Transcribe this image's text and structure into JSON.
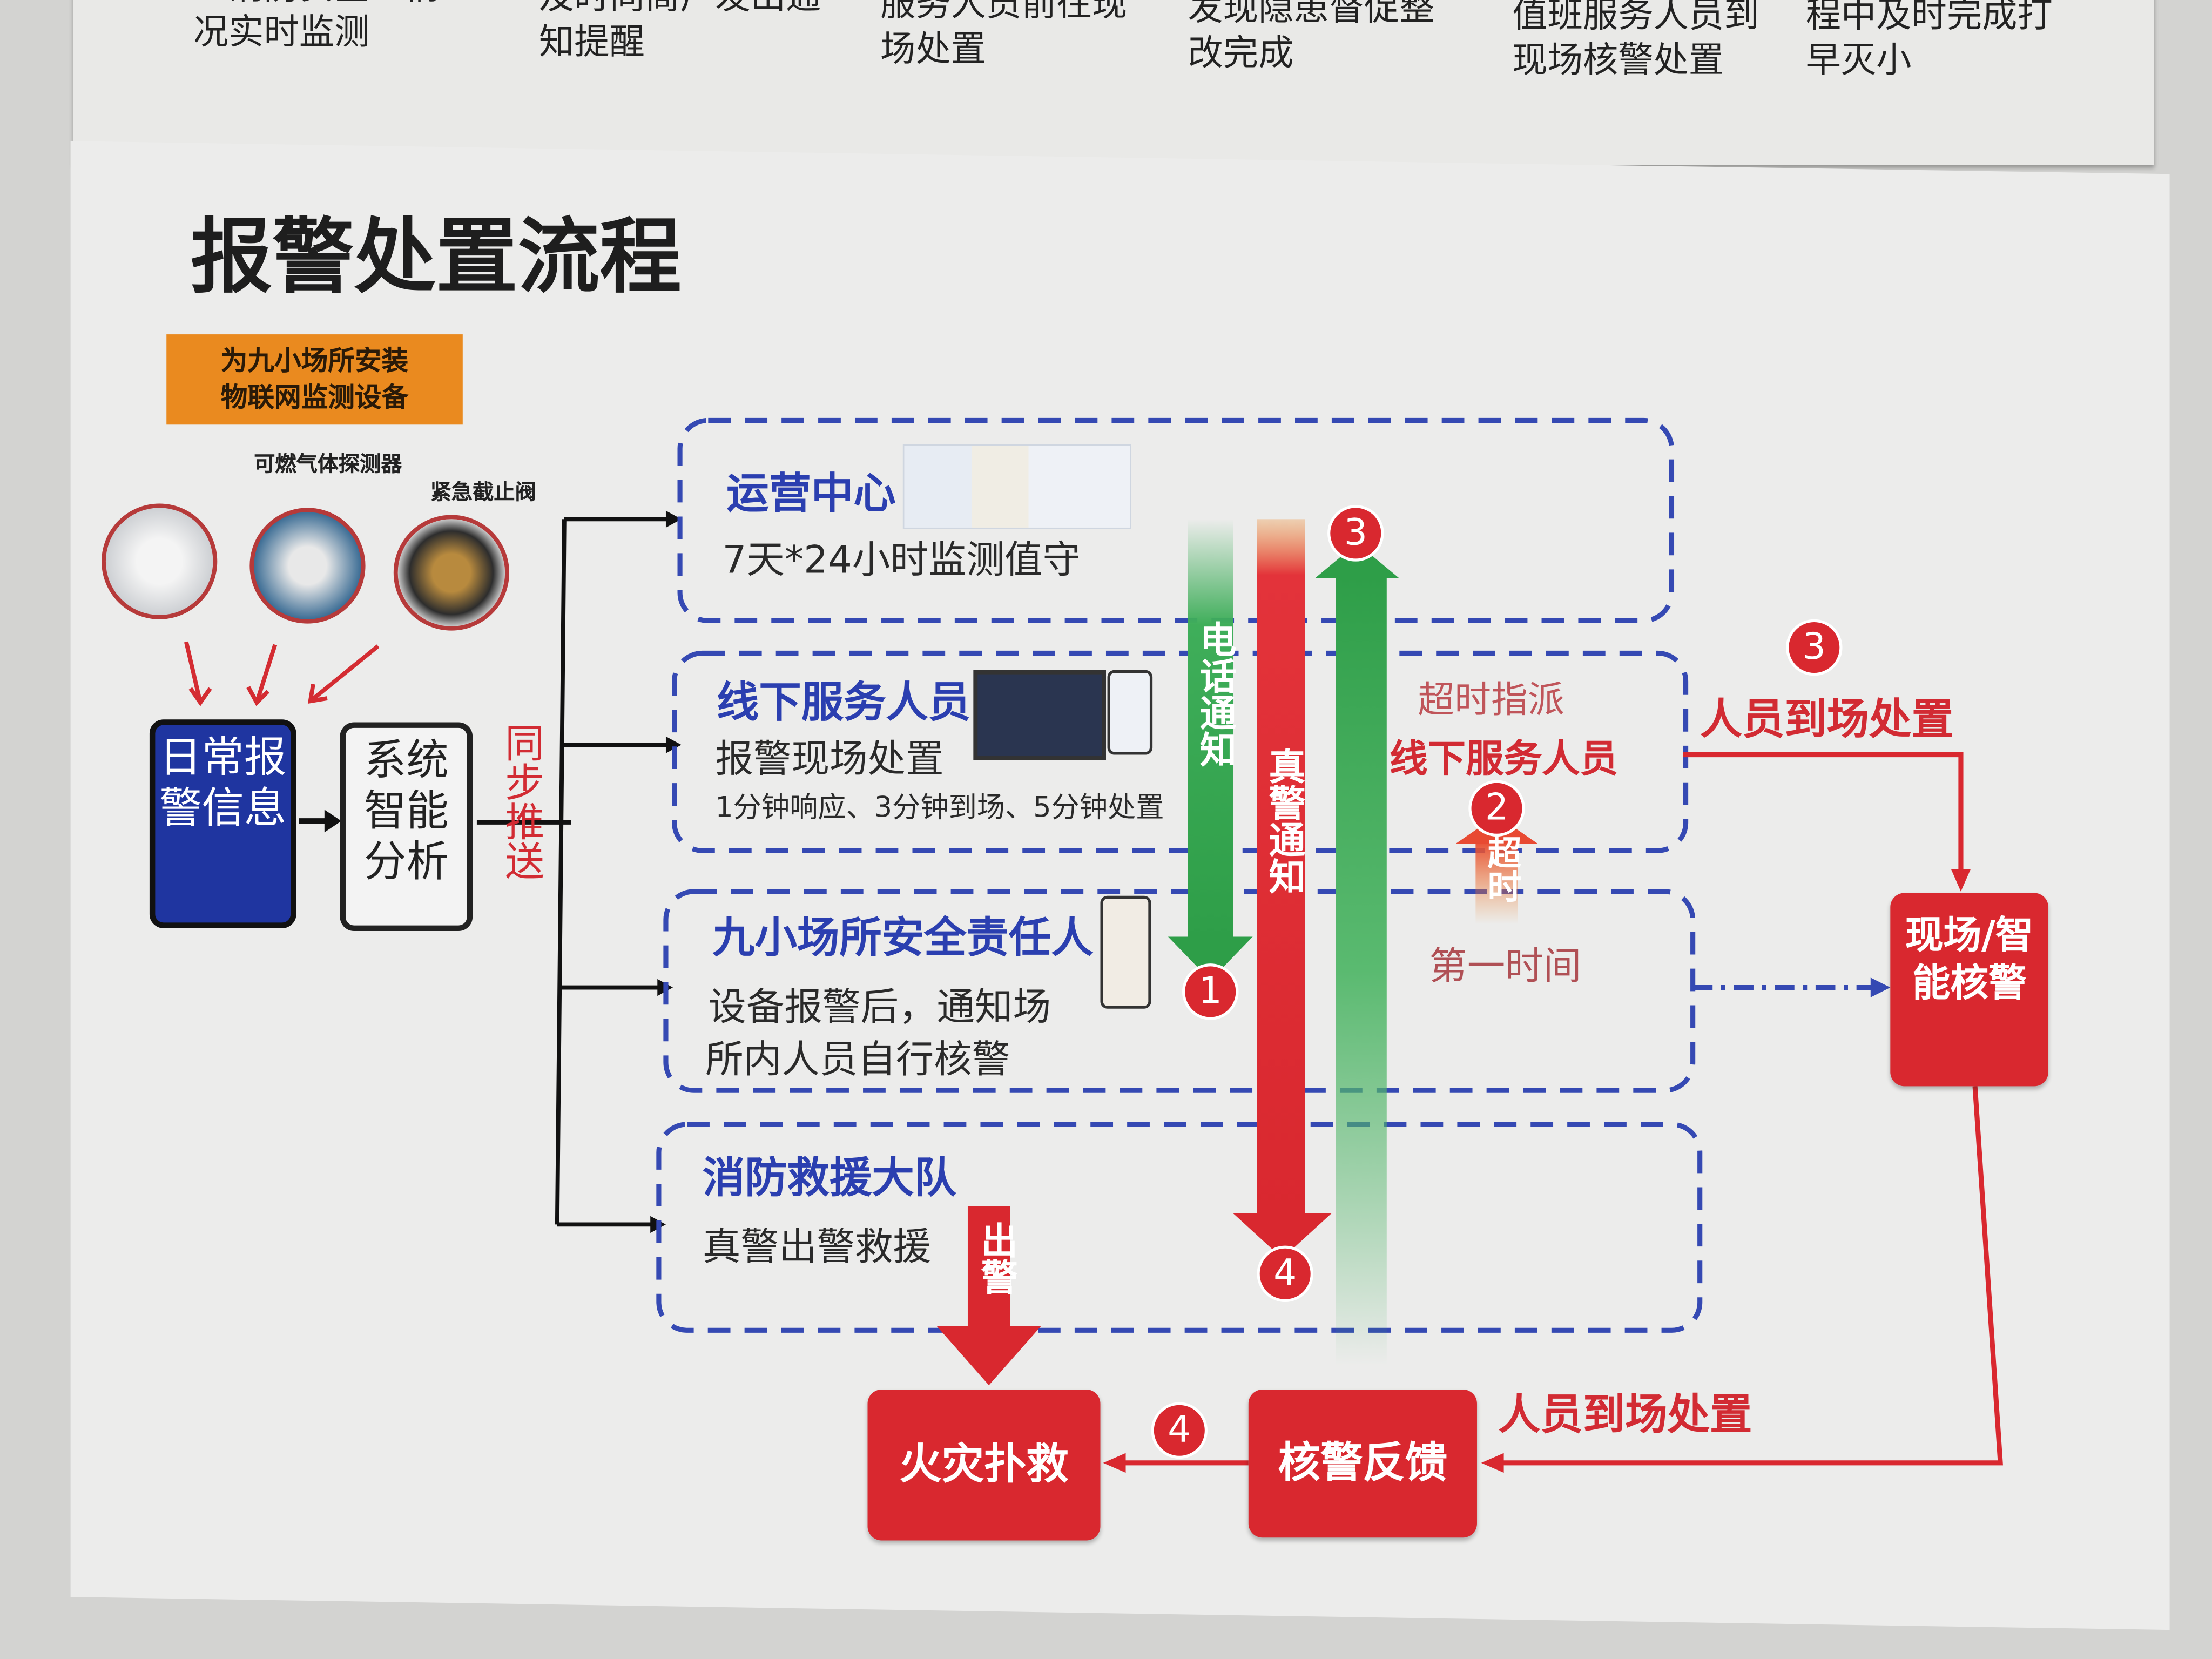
{
  "top_poster": {
    "columns": [
      "…消防安全…情\n况实时监测",
      "及时向商户发出通\n知提醒",
      "服务人员前往现\n场处置",
      "发现隐患督促整\n改完成",
      "值班服务人员到\n现场核警处置",
      "程中及时完成打\n早灭小"
    ]
  },
  "title": "报警处置流程",
  "install_label": "为九小场所安装\n物联网监测设备",
  "devices": {
    "gas_detector": "可燃气体探测器",
    "shutoff_valve": "紧急截止阀"
  },
  "daily_alarm": "日常报警信息",
  "system_analysis": "系统智能分析",
  "sync_push": "同步推送",
  "boxes": {
    "ops": {
      "heading": "运营中心",
      "text": "7天*24小时监测值守"
    },
    "offline": {
      "heading": "线下服务人员",
      "text": "报警现场处置",
      "sub": "1分钟响应、3分钟到场、5分钟处置"
    },
    "owner": {
      "heading": "九小场所安全责任人",
      "text1": "设备报警后，通知场",
      "text2": "所内人员自行核警"
    },
    "fire": {
      "heading": "消防救援大队",
      "text": "真警出警救援"
    }
  },
  "arrows": {
    "phone_notify": "电话通知",
    "real_alarm_notify": "真警通知",
    "timeout": "超时",
    "dispatch": "出警"
  },
  "timeout_assign": "超时指派",
  "timeout_offline": "线下服务人员",
  "first_time": "第一时间",
  "onsite_1": "人员到场处置",
  "onsite_2": "人员到场处置",
  "verify_box": "现场/智能核警",
  "feedback_box": "核警反馈",
  "firefight_box": "火灾扑救",
  "steps": {
    "s1": "1",
    "s2": "2",
    "s3a": "3",
    "s3b": "3",
    "s4a": "4",
    "s4b": "4"
  },
  "colors": {
    "blue": "#2b3fb0",
    "red": "#d9282f",
    "green": "#3fae5a",
    "orange": "#ea8a1f"
  }
}
